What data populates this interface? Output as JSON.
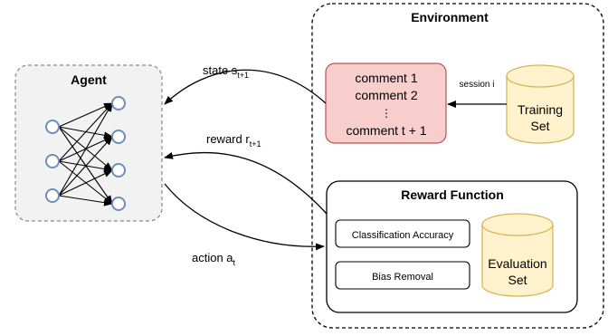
{
  "agent": {
    "title": "Agent"
  },
  "environment": {
    "title": "Environment",
    "comments": [
      "comment 1",
      "comment 2",
      "⋮",
      "comment t + 1"
    ],
    "session_label": "session i",
    "training_set": [
      "Training",
      "Set"
    ]
  },
  "reward_function": {
    "title": "Reward Function",
    "items": [
      "Classification Accuracy",
      "Bias Removal"
    ],
    "evaluation_set": [
      "Evaluation",
      "Set"
    ]
  },
  "arrows": {
    "state": "state s",
    "state_sub": "t+1",
    "reward": "reward r",
    "reward_sub": "t+1",
    "action": "action a",
    "action_sub": "t"
  },
  "colors": {
    "agent_fill": "#f2f2f2",
    "node_stroke": "#6c8ebf",
    "comment_fill": "#f8cecc",
    "comment_stroke": "#b85450",
    "cylinder_fill": "#fff2cc",
    "cylinder_stroke": "#d6b656"
  }
}
